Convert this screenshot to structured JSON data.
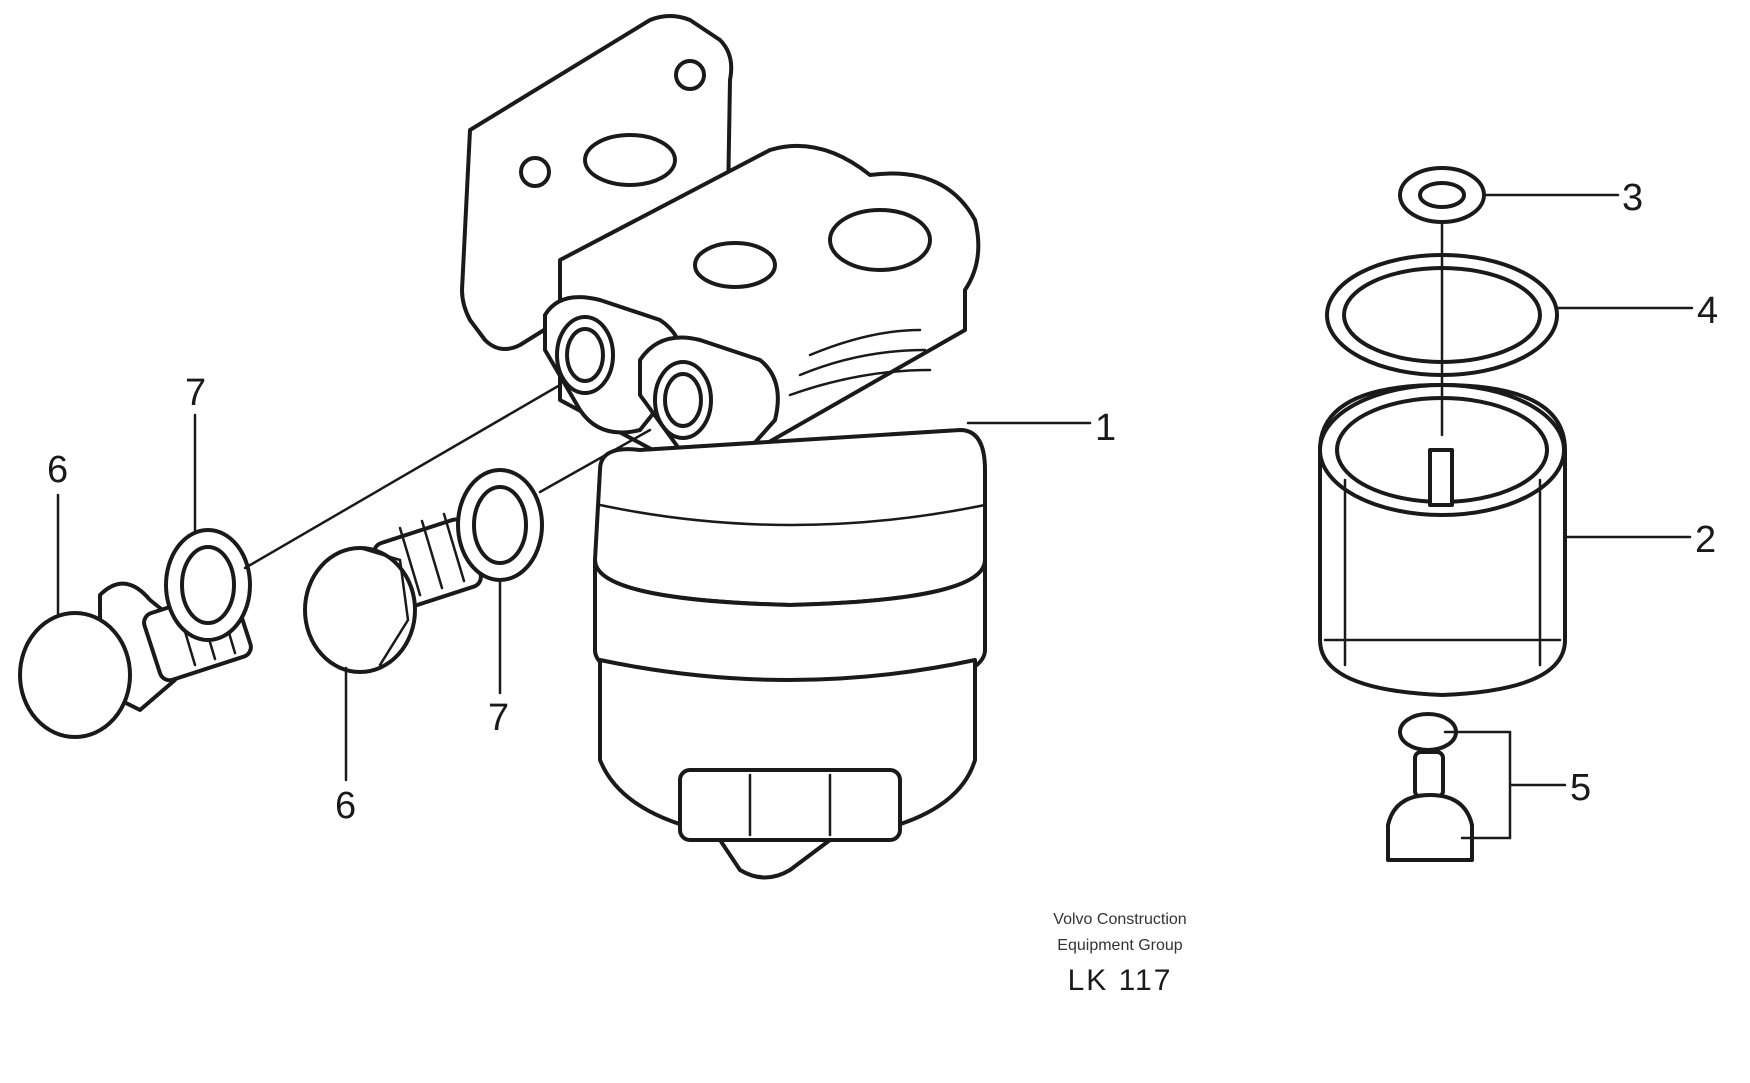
{
  "callouts": {
    "c1": "1",
    "c2": "2",
    "c3": "3",
    "c4": "4",
    "c5": "5",
    "c6a": "6",
    "c6b": "6",
    "c7a": "7",
    "c7b": "7"
  },
  "caption": {
    "line1": "Volvo Construction",
    "line2": "Equipment Group",
    "code": "LK 117"
  }
}
